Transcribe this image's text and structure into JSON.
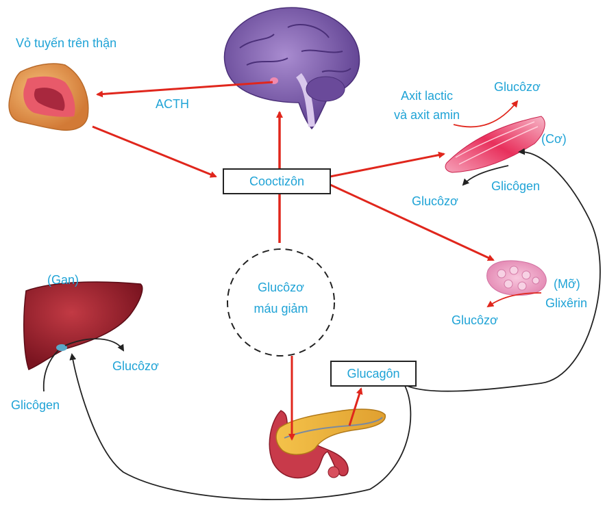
{
  "colors": {
    "label_text": "#1fa3d6",
    "arrow_red": "#e0261c",
    "arrow_black": "#222222",
    "brain": "#7a5aa6",
    "adrenal": "#e08a48",
    "muscle": "#e8406a",
    "fat": "#f0a6c8",
    "liver": "#9a1c28",
    "pancreas": "#e8b034"
  },
  "labels": {
    "adrenal_cortex": "Vỏ tuyến trên thận",
    "acth": "ACTH",
    "cortisol": "Cooctizôn",
    "blood_glucose_line1": "Glucôzơ",
    "blood_glucose_line2": "máu giảm",
    "muscle_input_line1": "Axit lactic",
    "muscle_input_line2": "và axit amin",
    "muscle_glucose_top": "Glucôzơ",
    "muscle": "(Cơ)",
    "muscle_glycogen": "Glicôgen",
    "muscle_glucose_bottom": "Glucôzơ",
    "fat": "(Mỡ)",
    "glycerol": "Glixêrin",
    "fat_glucose": "Glucôzơ",
    "liver": "(Gan)",
    "liver_glucose": "Glucôzơ",
    "liver_glycogen": "Glicôgen",
    "glucagon": "Glucagôn"
  },
  "icons": [
    "brain-icon",
    "adrenal-gland-icon",
    "muscle-icon",
    "fat-tissue-icon",
    "liver-icon",
    "pancreas-icon"
  ]
}
